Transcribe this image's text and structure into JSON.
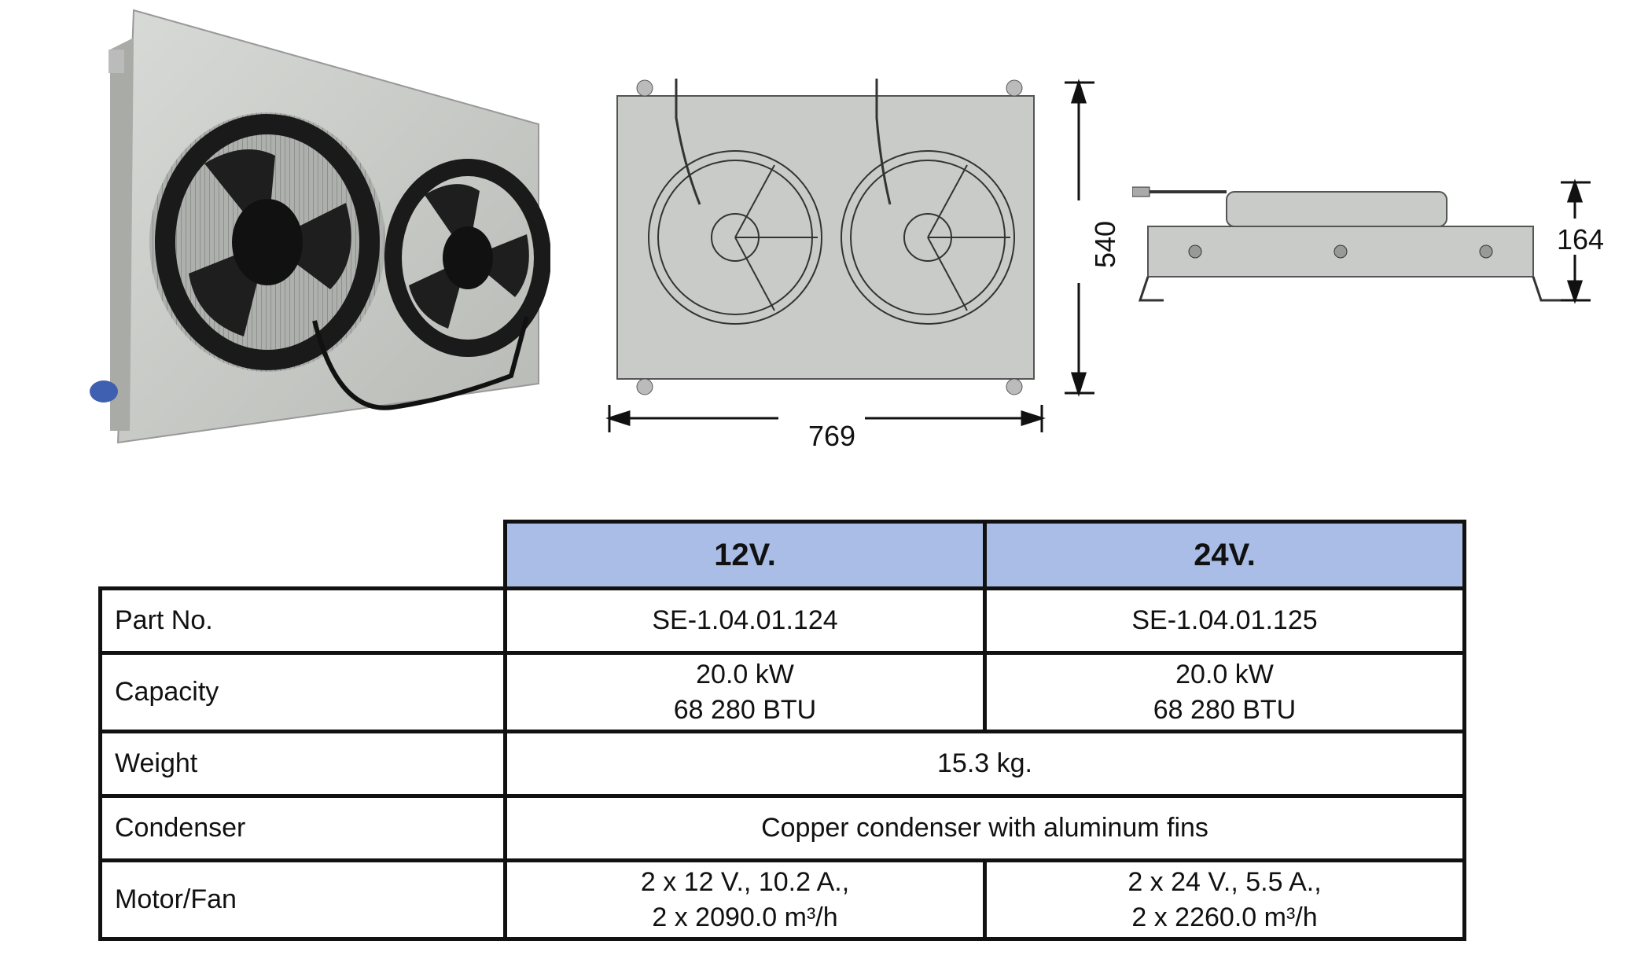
{
  "dimensions": {
    "width": "769",
    "height": "540",
    "depth": "164"
  },
  "table": {
    "columns": [
      "12V.",
      "24V."
    ],
    "rows": {
      "part_no": {
        "label": "Part No.",
        "v12": "SE-1.04.01.124",
        "v24": "SE-1.04.01.125"
      },
      "capacity": {
        "label": "Capacity",
        "v12_line1": "20.0 kW",
        "v12_line2": "68 280 BTU",
        "v24_line1": "20.0 kW",
        "v24_line2": "68 280 BTU"
      },
      "weight": {
        "label": "Weight",
        "value": "15.3 kg."
      },
      "condenser": {
        "label": "Condenser",
        "value": "Copper condenser with aluminum fins"
      },
      "motor": {
        "label": "Motor/Fan",
        "v12_line1": "2 x 12 V., 10.2 A.,",
        "v12_line2": "2 x 2090.0 m³/h",
        "v24_line1": "2 x 24 V., 5.5 A.,",
        "v24_line2": "2 x 2260.0 m³/h"
      }
    }
  },
  "colors": {
    "header_bg": "#a9bde6",
    "panel": "#c9cbc8",
    "fan": "#1a1a1a",
    "plug": "#3f5fb0"
  }
}
